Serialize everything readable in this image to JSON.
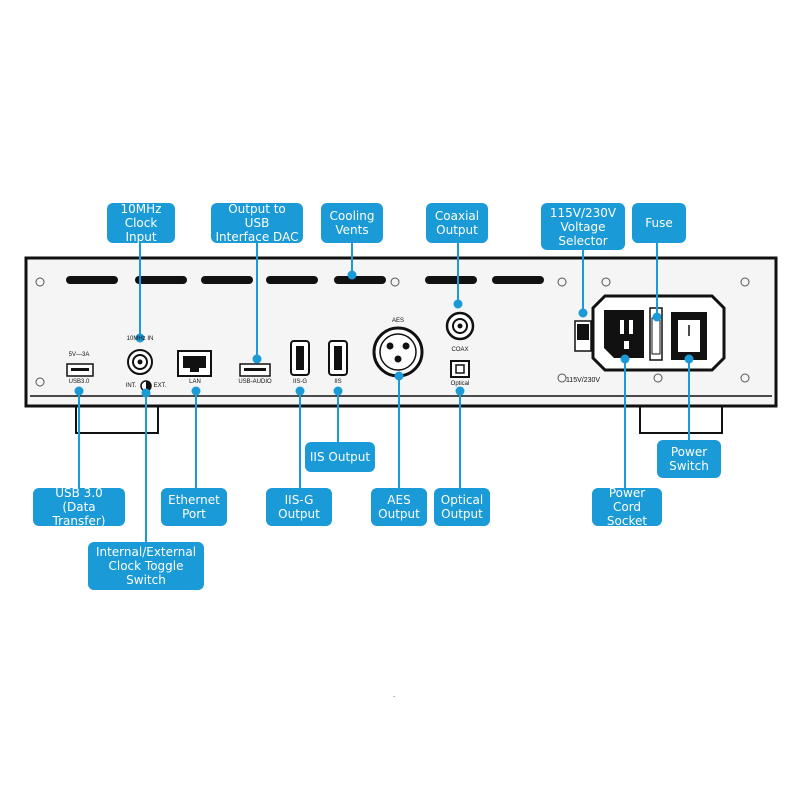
{
  "callouts": {
    "clock_input": "10MHz\nClock Input",
    "usb_interface": "Output to USB\nInterface DAC",
    "cooling_vents": "Cooling\nVents",
    "coaxial_output": "Coaxial\nOutput",
    "voltage_selector": "115V/230V\nVoltage\nSelector",
    "fuse": "Fuse",
    "iis_output": "IIS Output",
    "power_switch": "Power\nSwitch",
    "usb3": "USB 3.0\n(Data Transfer)",
    "ethernet": "Ethernet\nPort",
    "iisg_output": "IIS-G\nOutput",
    "aes_output": "AES\nOutput",
    "optical_output": "Optical\nOutput",
    "power_cord": "Power Cord\nSocket",
    "clock_toggle": "Internal/External\nClock Toggle\nSwitch"
  },
  "panel_labels": {
    "usb_power": "5V—3A",
    "usb3": "USB3.0",
    "clock_in": "10MHz IN",
    "int": "INT.",
    "ext": "EXT.",
    "lan": "LAN",
    "usb_audio": "USB-AUDIO",
    "iisg": "IIS-G",
    "iis": "IIS",
    "aes": "AES",
    "coax": "COAX",
    "optical": "Optical",
    "voltage": "115V/230V",
    "selector_mark": "230V"
  },
  "stray_mark": ".",
  "colors": {
    "accent": "#1a9ad6",
    "panel": "#f4f4f4",
    "outline": "#111111"
  }
}
